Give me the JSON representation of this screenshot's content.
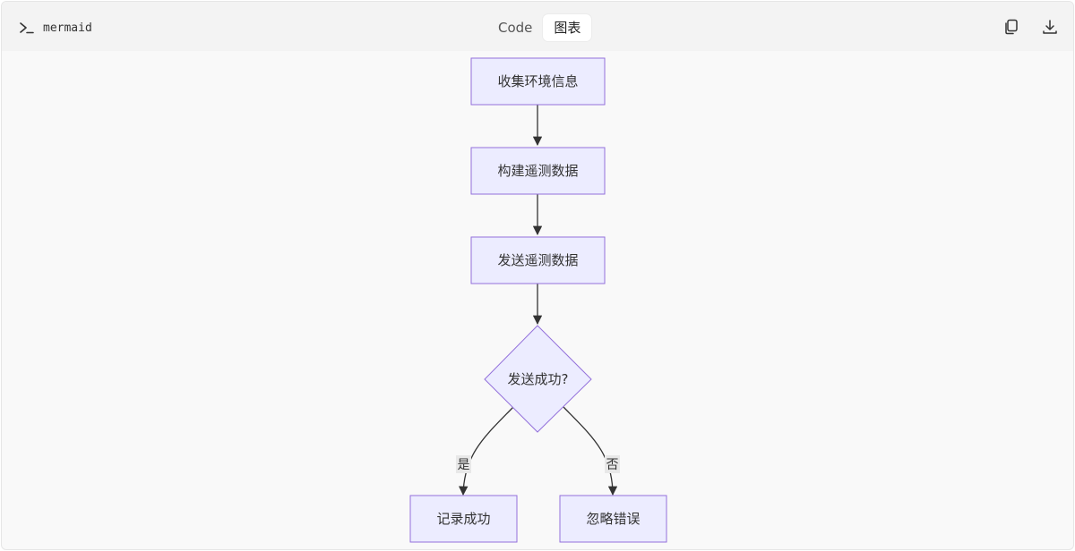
{
  "header": {
    "language_label": "mermaid",
    "language_icon": "terminal-icon",
    "tabs": [
      {
        "label": "Code",
        "active": false
      },
      {
        "label": "图表",
        "active": true
      }
    ],
    "tools": {
      "copy_icon": "copy-icon",
      "download_icon": "download-icon"
    }
  },
  "flowchart": {
    "nodes": {
      "collect": "收集环境信息",
      "build": "构建遥测数据",
      "send": "发送遥测数据",
      "decision": "发送成功?",
      "success": "记录成功",
      "ignore": "忽略错误"
    },
    "edge_labels": {
      "yes": "是",
      "no": "否"
    }
  },
  "colors": {
    "node_fill": "#ECECFF",
    "node_stroke": "#9370DB",
    "edge": "#333333",
    "edge_label_bg": "#e8e8e8",
    "canvas_bg": "#f9f9f9",
    "header_bg": "#f3f3f3"
  }
}
